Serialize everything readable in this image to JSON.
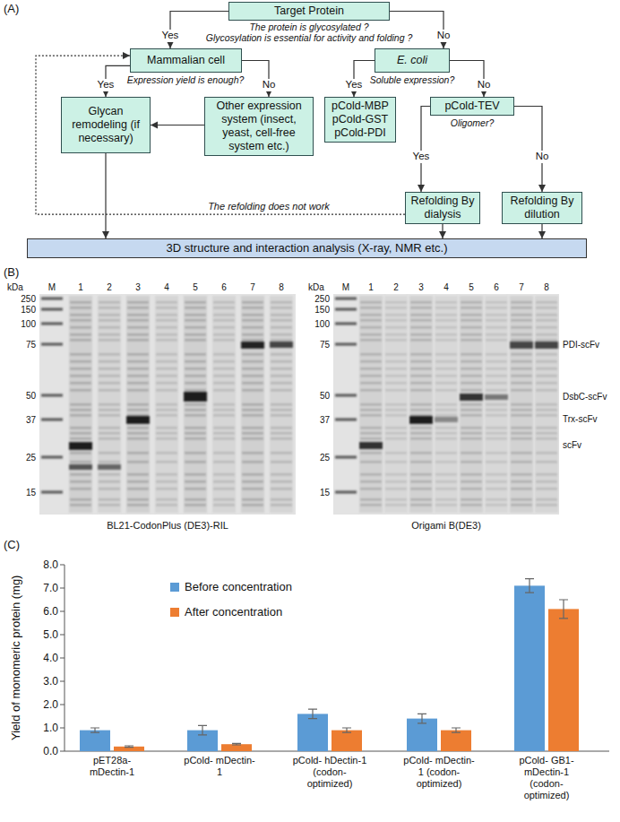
{
  "diagram": {
    "nodes": [
      {
        "text": [
          "Target Protein"
        ]
      },
      {
        "text": [
          "Mammalian cell"
        ]
      },
      {
        "text": [
          "E. coli"
        ]
      },
      {
        "text": [
          "Glycan remodeling (if necessary)"
        ]
      },
      {
        "text": [
          "Other expression system (insect, yeast, cell-free system etc.)"
        ]
      },
      {
        "text": [
          "pCold-MBP pCold-GST pCold-PDI"
        ]
      },
      {
        "text": [
          "pCold-TEV"
        ]
      },
      {
        "text": [
          "Refolding By dialysis"
        ]
      },
      {
        "text": [
          "Refolding By dilution"
        ]
      },
      {
        "text": [
          "3D structure and interaction analysis (X-ray, NMR etc.)"
        ]
      }
    ],
    "edges": [
      {
        "from": 0,
        "to": 1,
        "label": "Yes",
        "arrow": "to"
      },
      {
        "from": 0,
        "to": 2,
        "label": "No",
        "arrow": "to"
      },
      {
        "from": 1,
        "to": 3,
        "label": "Yes",
        "arrow": "to"
      },
      {
        "from": 1,
        "to": 4,
        "label": "No",
        "arrow": "to"
      },
      {
        "from": 2,
        "to": 5,
        "label": "Yes",
        "arrow": "to"
      },
      {
        "from": 2,
        "to": 6,
        "label": "No",
        "arrow": "to"
      },
      {
        "from": 6,
        "to": 7,
        "label": "Yes",
        "arrow": "to"
      },
      {
        "from": 6,
        "to": 8,
        "label": "No",
        "arrow": "to"
      },
      {
        "from": 4,
        "to": 3,
        "arrow": "to"
      },
      {
        "from": 7,
        "to": 1,
        "label": "The refolding does not work",
        "arrow": "to"
      },
      {
        "from": 3,
        "to": 9,
        "arrow": "to"
      },
      {
        "from": 7,
        "to": 9,
        "arrow": "to"
      },
      {
        "from": 8,
        "to": 9,
        "arrow": "to"
      }
    ],
    "labels": [
      "(A)",
      "The protein is glycosylated ?",
      "Glycosylation is essential for activity and folding ?",
      "Expression yield is enough?",
      "Soluble expression?",
      "Oligomer?",
      "(B)",
      "kDa",
      "M",
      "1",
      "2",
      "3",
      "4",
      "5",
      "6",
      "7",
      "8",
      "250",
      "150",
      "100",
      "75",
      "50",
      "37",
      "25",
      "15",
      "BL21-CodonPlus (DE3)-RIL",
      "kDa",
      "M",
      "1",
      "2",
      "3",
      "4",
      "5",
      "6",
      "7",
      "8",
      "250",
      "150",
      "100",
      "75",
      "50",
      "37",
      "25",
      "15",
      "PDI-scFv",
      "DsbC-scFv",
      "Trx-scFv",
      "scFv",
      "Origami B(DE3)",
      "(C)",
      "8.0",
      "7.0",
      "6.0",
      "5.0",
      "4.0",
      "3.0",
      "2.0",
      "1.0",
      "0.0",
      "Yield of monomeric protein (mg)",
      "pET28a- mDectin-1",
      "pCold- mDectin-1",
      "pCold- hDectin-1 (codon- optimized)",
      "pCold- mDectin-1 (codon- optimized)",
      "pCold- GB1-mDectin-1 (codon- optimized)"
    ],
    "legend": [
      {
        "text": "Before concentration",
        "color": "#5b9bd5"
      },
      {
        "text": "After concentration",
        "color": "#ed7d31"
      }
    ]
  }
}
